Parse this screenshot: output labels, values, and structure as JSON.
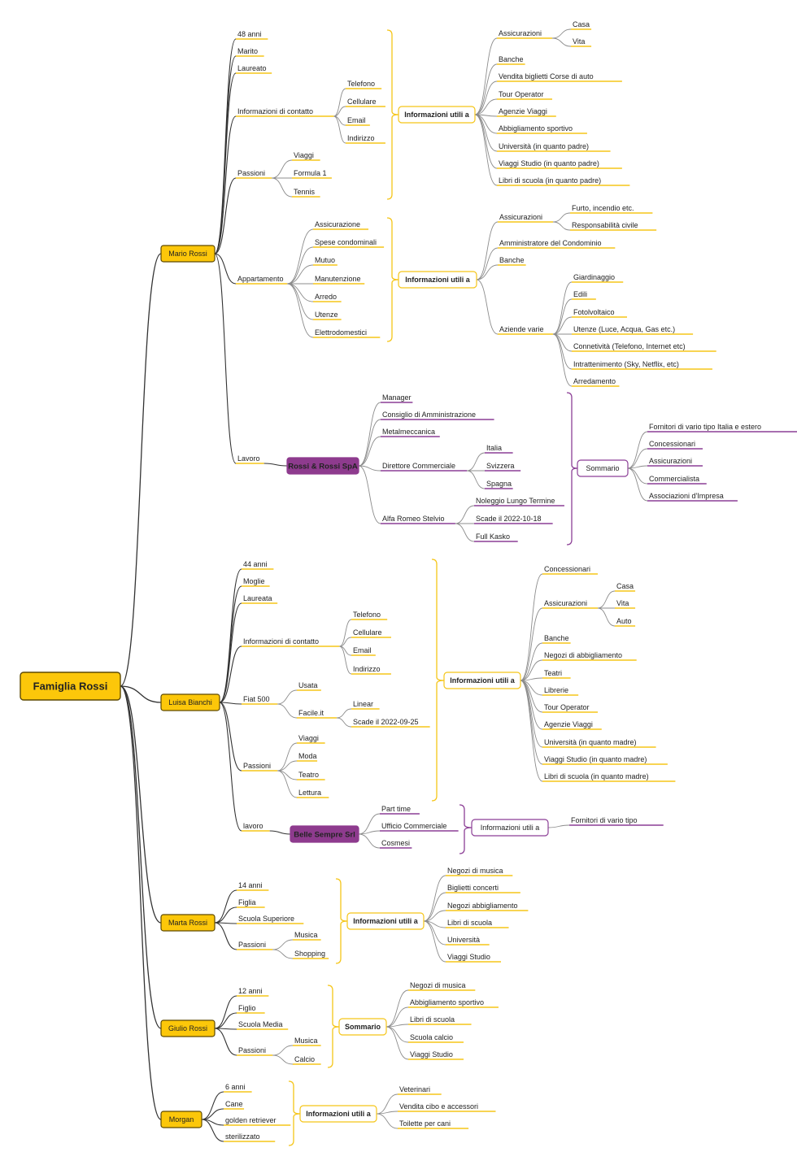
{
  "colors": {
    "yellow": "#f5c518",
    "yellow_fill": "#fcc70a",
    "yellow_border": "#5f4a00",
    "purple": "#8c3f96",
    "purple_fill": "#8e3b8e",
    "line_dark": "#333333",
    "line_gray": "#8c8c8c",
    "text": "#222222"
  },
  "root": "Famiglia Rossi",
  "mario": {
    "name": "Mario Rossi",
    "age": "48 anni",
    "status": "Marito",
    "degree": "Laureato",
    "contact": {
      "label": "Informazioni di contatto",
      "items": [
        "Telefono",
        "Cellulare",
        "Email",
        "Indirizzo"
      ]
    },
    "passions": {
      "label": "Passioni",
      "items": [
        "Viaggi",
        "Formula 1",
        "Tennis"
      ]
    },
    "info1": {
      "label": "Informazioni utili a",
      "insurance": {
        "label": "Assicurazioni",
        "items": [
          "Casa",
          "Vita"
        ]
      },
      "items": [
        "Banche",
        "Vendita biglietti Corse di auto",
        "Tour Operator",
        "Agenzie Viaggi",
        "Abbigliamento sportivo",
        "Università (in quanto padre)",
        "Viaggi Studio (in quanto padre)",
        "Libri di scuola (in quanto padre)"
      ]
    },
    "apartment": {
      "label": "Appartamento",
      "items": [
        "Assicurazione",
        "Spese condominali",
        "Mutuo",
        "Manutenzione",
        "Arredo",
        "Utenze",
        "Elettrodomestici"
      ]
    },
    "info2": {
      "label": "Informazioni utili a",
      "insurance": {
        "label": "Assicurazioni",
        "items": [
          "Furto, incendio etc.",
          "Responsabilità civile"
        ]
      },
      "admin": "Amministratore del Condominio",
      "banks": "Banche",
      "companies": {
        "label": "Aziende varie",
        "items": [
          "Giardinaggio",
          "Edili",
          "Fotolvoltaico",
          "Utenze (Luce, Acqua, Gas etc.)",
          "Connetività (Telefono, Internet etc)",
          "Intrattenimento (Sky, Netflix, etc)",
          "Arredamento"
        ]
      }
    },
    "work": {
      "label": "Lavoro",
      "company": "Rossi & Rossi SpA",
      "items": [
        "Manager",
        "Consiglio di Amministrazione",
        "Metalmeccanica"
      ],
      "director": {
        "label": "Direttore Commerciale",
        "items": [
          "Italia",
          "Svizzera",
          "Spagna"
        ]
      },
      "car": {
        "label": "Alfa Romeo Stelvio",
        "items": [
          "Noleggio Lungo Termine",
          "Scade il 2022-10-18",
          "Full Kasko"
        ]
      },
      "summary": {
        "label": "Sommario",
        "items": [
          "Fornitori di vario tipo Italia e estero",
          "Concessionari",
          "Assicurazioni",
          "Commercialista",
          "Associazioni d'Impresa"
        ]
      }
    }
  },
  "luisa": {
    "name": "Luisa Bianchi",
    "age": "44 anni",
    "status": "Moglie",
    "degree": "Laureata",
    "contact": {
      "label": "Informazioni di contatto",
      "items": [
        "Telefono",
        "Cellulare",
        "Email",
        "Indirizzo"
      ]
    },
    "car": {
      "label": "Fiat 500",
      "used": "Usata",
      "facile": {
        "label": "Facile.it",
        "items": [
          "Linear",
          "Scade il 2022-09-25"
        ]
      }
    },
    "passions": {
      "label": "Passioni",
      "items": [
        "Viaggi",
        "Moda",
        "Teatro",
        "Lettura"
      ]
    },
    "info": {
      "label": "Informazioni utili a",
      "dealers": "Concessionari",
      "insurance": {
        "label": "Assicurazioni",
        "items": [
          "Casa",
          "Vita",
          "Auto"
        ]
      },
      "items": [
        "Banche",
        "Negozi di abbigliamento",
        "Teatri",
        "Librerie",
        "Tour Operator",
        "Agenzie Viaggi",
        "Università (in quanto madre)",
        "Viaggi Studio (in quanto madre)",
        "Libri di scuola (in quanto madre)"
      ]
    },
    "work": {
      "label": "lavoro",
      "company": "Belle Sempre Srl",
      "items": [
        "Part time",
        "Ufficio Commerciale",
        "Cosmesi"
      ],
      "info": {
        "label": "Informazioni utili a",
        "item": "Fornitori di vario tipo"
      }
    }
  },
  "marta": {
    "name": "Marta Rossi",
    "age": "14 anni",
    "status": "Figlia",
    "school": "Scuola Superiore",
    "passions": {
      "label": "Passioni",
      "items": [
        "Musica",
        "Shopping"
      ]
    },
    "info": {
      "label": "Informazioni utili a",
      "items": [
        "Negozi di musica",
        "Biglietti concerti",
        "Negozi abbigliamento",
        "Libri di scuola",
        "Università",
        "Viaggi Studio"
      ]
    }
  },
  "giulio": {
    "name": "Giulio Rossi",
    "age": "12 anni",
    "status": "Figlio",
    "school": "Scuola Media",
    "passions": {
      "label": "Passioni",
      "items": [
        "Musica",
        "Calcio"
      ]
    },
    "summary": {
      "label": "Sommario",
      "items": [
        "Negozi di musica",
        "Abbigliamento sportivo",
        "Libri di scuola",
        "Scuola calcio",
        "Viaggi Studio"
      ]
    }
  },
  "morgan": {
    "name": "Morgan",
    "items": [
      "6 anni",
      "Cane",
      "golden retriever",
      "sterilizzato"
    ],
    "info": {
      "label": "Informazioni utili a",
      "items": [
        "Veterinari",
        "Vendita cibo e accessori",
        "Toilette per cani"
      ]
    }
  }
}
